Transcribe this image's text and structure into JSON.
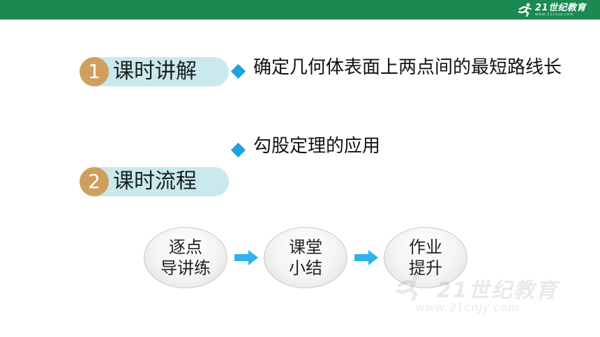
{
  "brand": {
    "name": "21世纪教育",
    "url": "www.21cnjy.com"
  },
  "sections": [
    {
      "number": "1",
      "label": "课时讲解"
    },
    {
      "number": "2",
      "label": "课时流程"
    }
  ],
  "bullets": [
    {
      "text": "确定几何体表面上两点间的最短路线长"
    },
    {
      "text": "勾股定理的应用"
    }
  ],
  "flow": [
    {
      "line1": "逐点",
      "line2": "导讲练"
    },
    {
      "line1": "课堂",
      "line2": "小结"
    },
    {
      "line1": "作业",
      "line2": "提升"
    }
  ],
  "watermark": {
    "name": "21世纪教育",
    "url": "www.21cnjy.com"
  },
  "colors": {
    "topbar": "#1a8a52",
    "tag_circle": "#cf9f5f",
    "tag_pill": "#c9e9ed",
    "bullet": "#1ea2df",
    "arrow": "#2fb3e8"
  }
}
